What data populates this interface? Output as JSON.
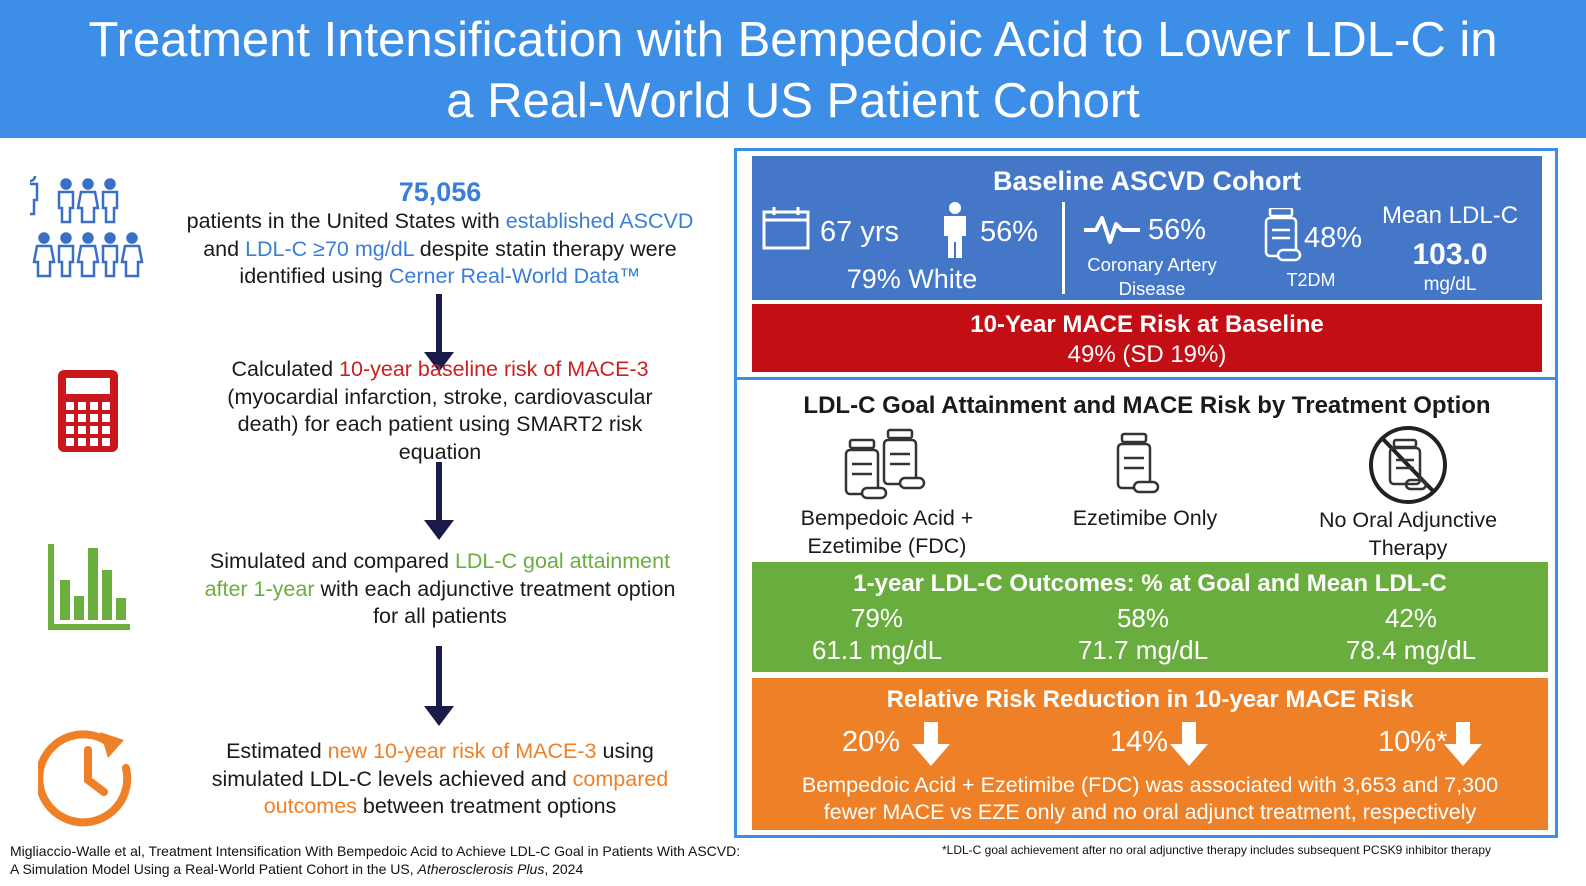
{
  "header": {
    "title_line1": "Treatment Intensification with Bempedoic Acid to Lower LDL-C in",
    "title_line2": "a Real-World US Patient Cohort"
  },
  "left": {
    "step1": {
      "count": "75,056",
      "t1": "patients in the United States with ",
      "h1": "established ASCVD",
      "t2": "and ",
      "h2": "LDL-C ≥70 mg/dL",
      "t3": " despite statin therapy were",
      "t4": "identified using ",
      "h3": "Cerner Real-World Data™"
    },
    "step2": {
      "t1": "Calculated ",
      "h1": "10-year baseline risk of MACE-3",
      "t2": "(myocardial infarction, stroke, cardiovascular",
      "t3": "death) for each patient using SMART2 risk",
      "t4": "equation"
    },
    "step3": {
      "t1": "Simulated and compared ",
      "h1": "LDL-C goal attainment",
      "h2": "after 1-year",
      "t2": " with each adjunctive treatment option",
      "t3": "for all patients"
    },
    "step4": {
      "t1": "Estimated ",
      "h1": "new 10-year risk of MACE-3",
      "t2": " using",
      "t3": "simulated LDL-C levels achieved and ",
      "h2": "compared",
      "h3": "outcomes",
      "t4": " between treatment options"
    },
    "icons": {
      "people": "people-group-icon",
      "calculator": "calculator-icon",
      "chart": "bar-chart-icon",
      "clock": "clock-refresh-icon"
    }
  },
  "baseline": {
    "title": "Baseline ASCVD Cohort",
    "age": "67 yrs",
    "male_pct": "56%",
    "white": "79% White",
    "cad_pct": "56%",
    "cad_label1": "Coronary Artery",
    "cad_label2": "Disease",
    "t2dm_pct": "48%",
    "t2dm_label": "T2DM",
    "ldl_label": "Mean LDL-C",
    "ldl_value": "103.0",
    "ldl_unit": "mg/dL"
  },
  "mace_baseline": {
    "title": "10-Year MACE Risk at Baseline",
    "value": "49% (SD 19%)"
  },
  "options": {
    "title": "LDL-C Goal Attainment and MACE Risk by Treatment Option",
    "opt1_line1": "Bempedoic Acid +",
    "opt1_line2": "Ezetimibe (FDC)",
    "opt2": "Ezetimibe Only",
    "opt3_line1": "No Oral Adjunctive",
    "opt3_line2": "Therapy"
  },
  "outcomes": {
    "title": "1-year LDL-C Outcomes: % at Goal and Mean LDL-C",
    "items": [
      {
        "pct": "79%",
        "ldl": "61.1 mg/dL"
      },
      {
        "pct": "58%",
        "ldl": "71.7 mg/dL"
      },
      {
        "pct": "42%",
        "ldl": "78.4 mg/dL"
      }
    ]
  },
  "rrr": {
    "title": "Relative Risk Reduction in 10-year MACE Risk",
    "items": [
      "20%",
      "14%",
      "10%*"
    ],
    "note_line1": "Bempedoic Acid + Ezetimibe (FDC) was associated with 3,653 and 7,300",
    "note_line2": "fewer MACE vs EZE only and no oral adjunct treatment, respectively"
  },
  "footer": {
    "citation_line1": "Migliaccio-Walle et al, Treatment Intensification With Bempedoic Acid to Achieve LDL-C Goal in Patients With ASCVD:",
    "citation_line2a": "A Simulation Model Using a Real-World Patient Cohort in the US, ",
    "citation_journal": "Atherosclerosis Plus",
    "citation_line2b": ", 2024",
    "footnote": "*LDL-C goal achievement after no oral adjunctive therapy includes subsequent PCSK9 inhibitor therapy"
  },
  "colors": {
    "header_blue": "#3d8ee6",
    "panel_blue": "#4477c8",
    "panel_red": "#c20e14",
    "panel_green": "#6aad3f",
    "panel_orange": "#ee8128",
    "arrow_navy": "#1b1b4a"
  }
}
